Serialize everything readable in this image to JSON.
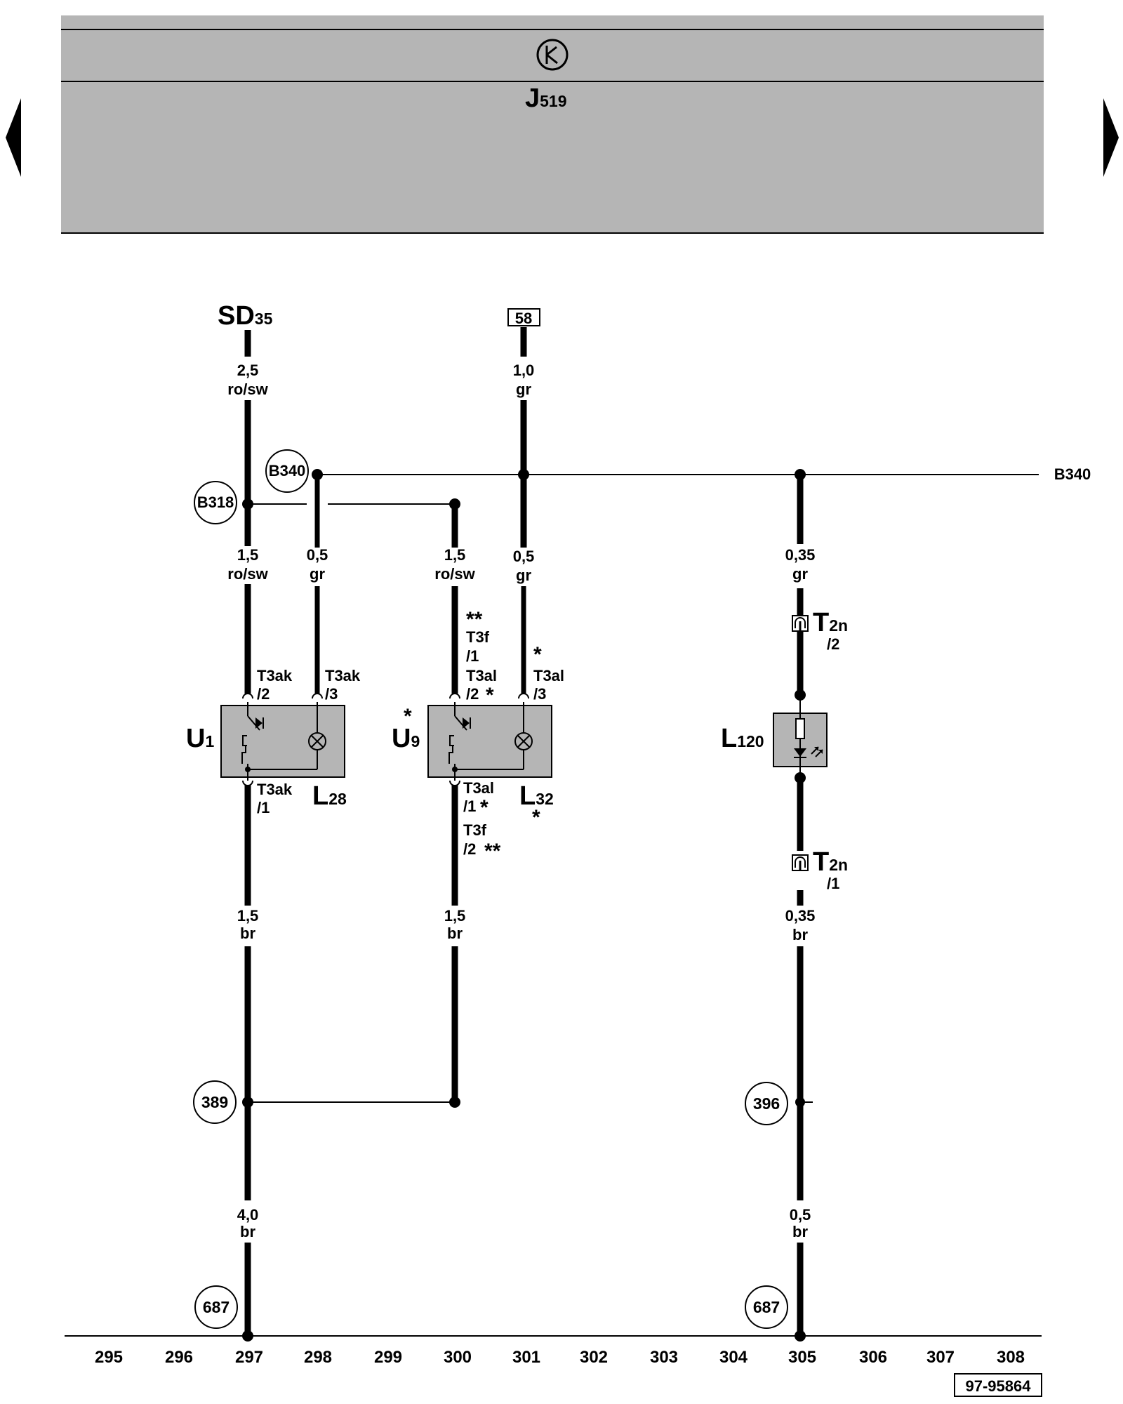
{
  "header": {
    "unit_main": "J",
    "unit_sub": "519",
    "icon": "control-unit-symbol-icon"
  },
  "nav": {
    "prev_icon": "arrow-left-icon",
    "next_icon": "arrow-right-icon"
  },
  "sources": {
    "sd_main": "SD",
    "sd_sub": "35",
    "terminal58": "58"
  },
  "wires": {
    "w_sd_top_gauge": "2,5",
    "w_sd_top_color": "ro/sw",
    "w_58_gauge": "1,0",
    "w_58_color": "gr",
    "w_297_mid_gauge": "1,5",
    "w_297_mid_color": "ro/sw",
    "w_298_gauge": "0,5",
    "w_298_color": "gr",
    "w_300_top_gauge": "1,5",
    "w_300_top_color": "ro/sw",
    "w_301_gauge": "0,5",
    "w_301_color": "gr",
    "w_305_top_gauge": "0,35",
    "w_305_top_color": "gr",
    "w_297_low_gauge": "1,5",
    "w_297_low_color": "br",
    "w_300_low_gauge": "1,5",
    "w_300_low_color": "br",
    "w_305_mid_gauge": "0,35",
    "w_305_mid_color": "br",
    "w_297_bot_gauge": "4,0",
    "w_297_bot_color": "br",
    "w_305_bot_gauge": "0,5",
    "w_305_bot_color": "br"
  },
  "splices": {
    "b340_circle": "B340",
    "b318_circle": "B318",
    "b340_right": "B340",
    "c389": "389",
    "c396": "396",
    "c687_left": "687",
    "c687_right": "687"
  },
  "connectors": {
    "t3ak2_a": "T3ak",
    "t3ak2_b": "/2",
    "t3ak3_a": "T3ak",
    "t3ak3_b": "/3",
    "t3ak1_a": "T3ak",
    "t3ak1_b": "/1",
    "t3f1_star": "**",
    "t3f1_a": "T3f",
    "t3f1_b": "/1",
    "t3al2_a": "T3al",
    "t3al2_b": "/2",
    "t3al2_star": "*",
    "t3al3_star": "*",
    "t3al3_a": "T3al",
    "t3al3_b": "/3",
    "t3al1_a": "T3al",
    "t3al1_b": "/1",
    "t3al1_star": "*",
    "t3f2_a": "T3f",
    "t3f2_b": "/2",
    "t3f2_star": "**",
    "t2n2_main": "T",
    "t2n2_sub": "2n",
    "t2n2_pin": "/2",
    "t2n1_main": "T",
    "t2n1_sub": "2n",
    "t2n1_pin": "/1"
  },
  "components": {
    "u1_main": "U",
    "u1_sub": "1",
    "u9_main": "U",
    "u9_sub": "9",
    "u9_star": "*",
    "l28_main": "L",
    "l28_sub": "28",
    "l32_main": "L",
    "l32_sub": "32",
    "l32_star": "*",
    "l120_main": "L",
    "l120_sub": "120"
  },
  "footer": {
    "tracks": [
      "295",
      "296",
      "297",
      "298",
      "299",
      "300",
      "301",
      "302",
      "303",
      "304",
      "305",
      "306",
      "307",
      "308"
    ],
    "doc_id": "97-95864"
  }
}
